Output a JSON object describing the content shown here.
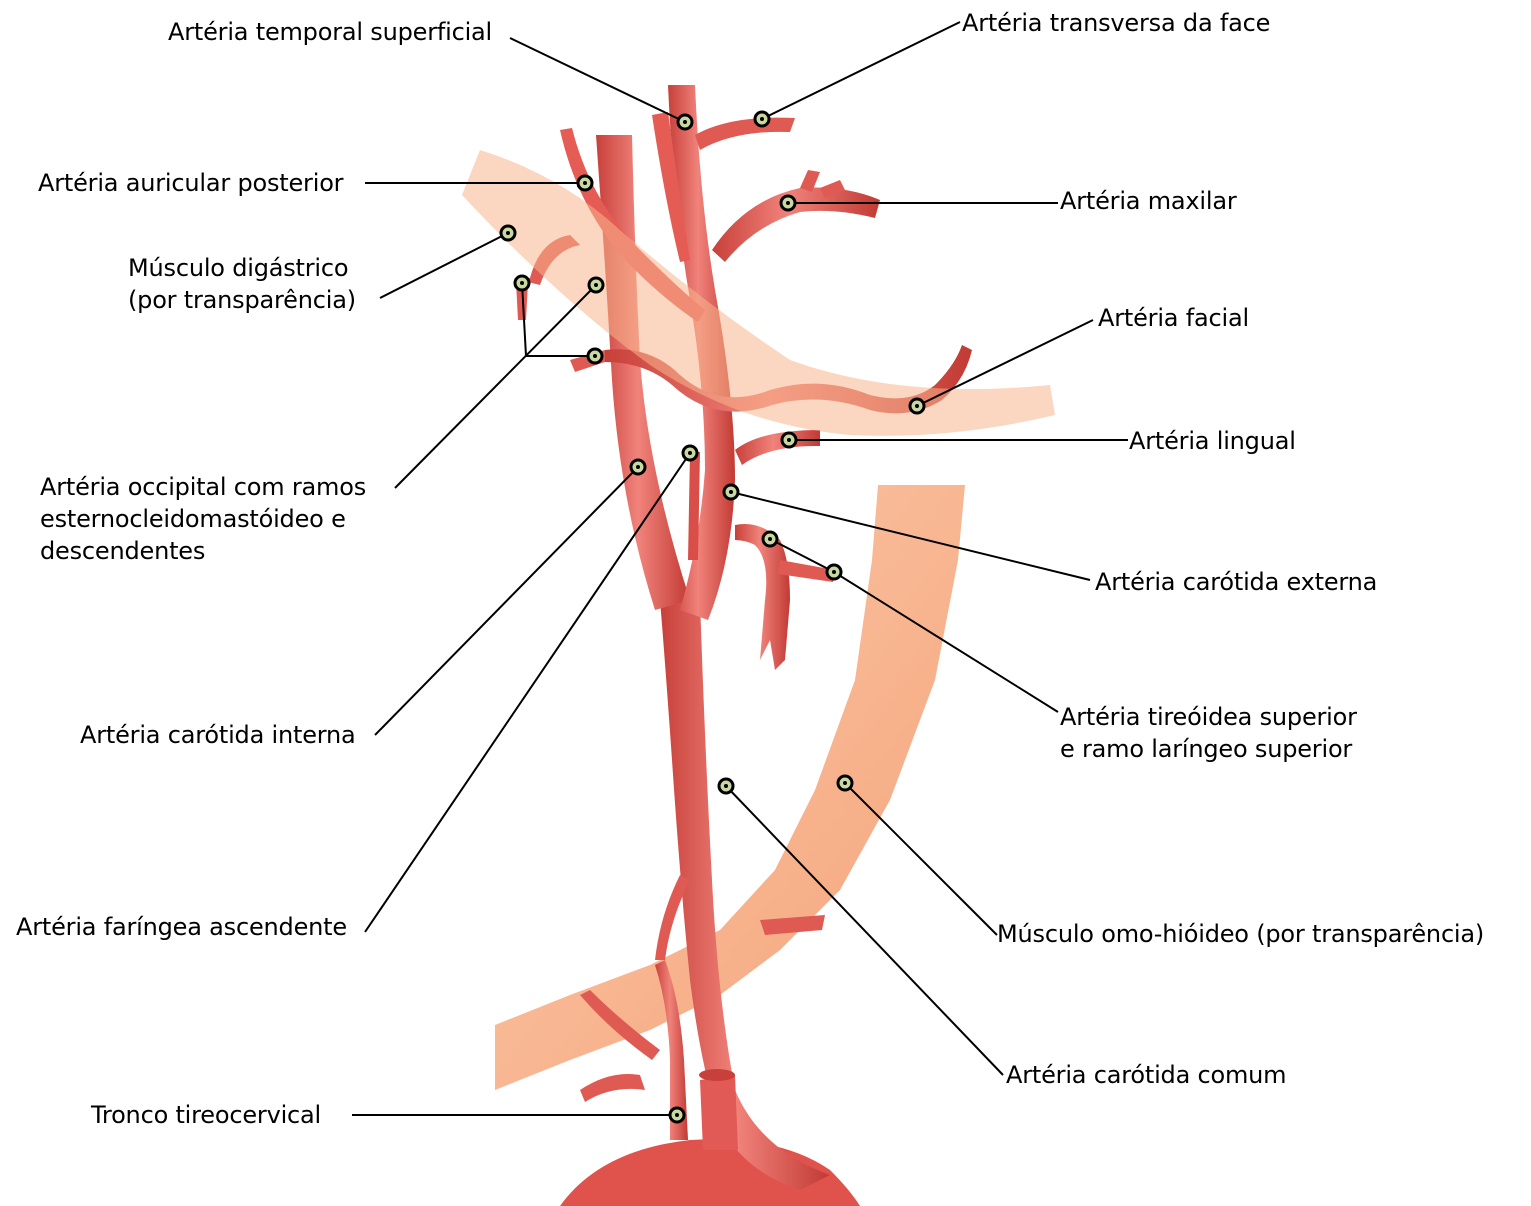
{
  "colors": {
    "artery_fill": "#e25a55",
    "artery_highlight": "#f08a82",
    "artery_shadow": "#b8352f",
    "muscle_fill": "#f6a578",
    "muscle_highlight": "#fbc7a6",
    "leader_line": "#000000",
    "marker_center": "#c8d8a0"
  },
  "labels": {
    "temporal_superficial": "Artéria temporal superficial",
    "transversa_face": "Artéria transversa da face",
    "auricular_posterior": "Artéria auricular posterior",
    "maxilar": "Artéria maxilar",
    "digastrico_line1": "Músculo digástrico",
    "digastrico_line2": "(por transparência)",
    "facial": "Artéria facial",
    "lingual": "Artéria lingual",
    "occipital_line1": "Artéria occipital com ramos",
    "occipital_line2": "esternocleidomastóideo e",
    "occipital_line3": "descendentes",
    "carotida_externa": "Artéria carótida externa",
    "tireoidea_line1": "Artéria tireóidea superior",
    "tireoidea_line2": "e ramo laríngeo superior",
    "carotida_interna": "Artéria carótida interna",
    "omo_hioideo": "Músculo omo-hióideo (por transparência)",
    "faringea_ascendente": "Artéria faríngea ascendente",
    "carotida_comum": "Artéria carótida comum",
    "tronco_tireocervical": "Tronco tireocervical"
  }
}
